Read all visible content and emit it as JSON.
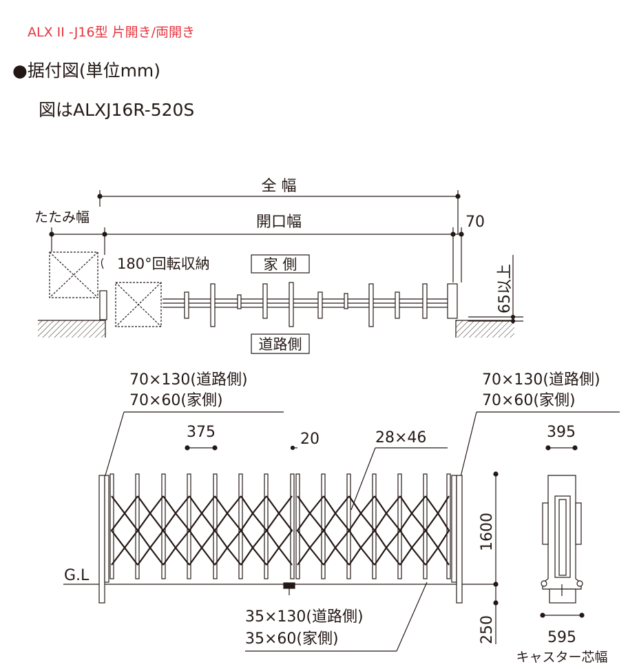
{
  "header": {
    "product_title": "ALX II -J16型 片開き/両開き",
    "section_heading": "●据付図(単位mm)",
    "figure_caption": "図はALXJ16R-520S"
  },
  "plan_view": {
    "overall_width": "全 幅",
    "folded_width": "たたみ幅",
    "opening_width": "開口幅",
    "post_offset": "70",
    "rotation_note": "180°回転収納",
    "house_side": "家 側",
    "road_side": "道路側",
    "depth_dim": "65以上"
  },
  "elevation_view": {
    "left_post_road": "70×130(道路側)",
    "left_post_house": "70×60(家側)",
    "right_post_road": "70×130(道路側)",
    "right_post_house": "70×60(家側)",
    "pitch": "375",
    "gap": "20",
    "lattice": "28×46",
    "height": "1600",
    "embed_depth": "250",
    "ground_line": "G.L",
    "base_road": "35×130(道路側)",
    "base_house": "35×60(家側)"
  },
  "side_view": {
    "top_width": "395",
    "caster_width": "595",
    "caster_label": "キャスター芯幅"
  }
}
